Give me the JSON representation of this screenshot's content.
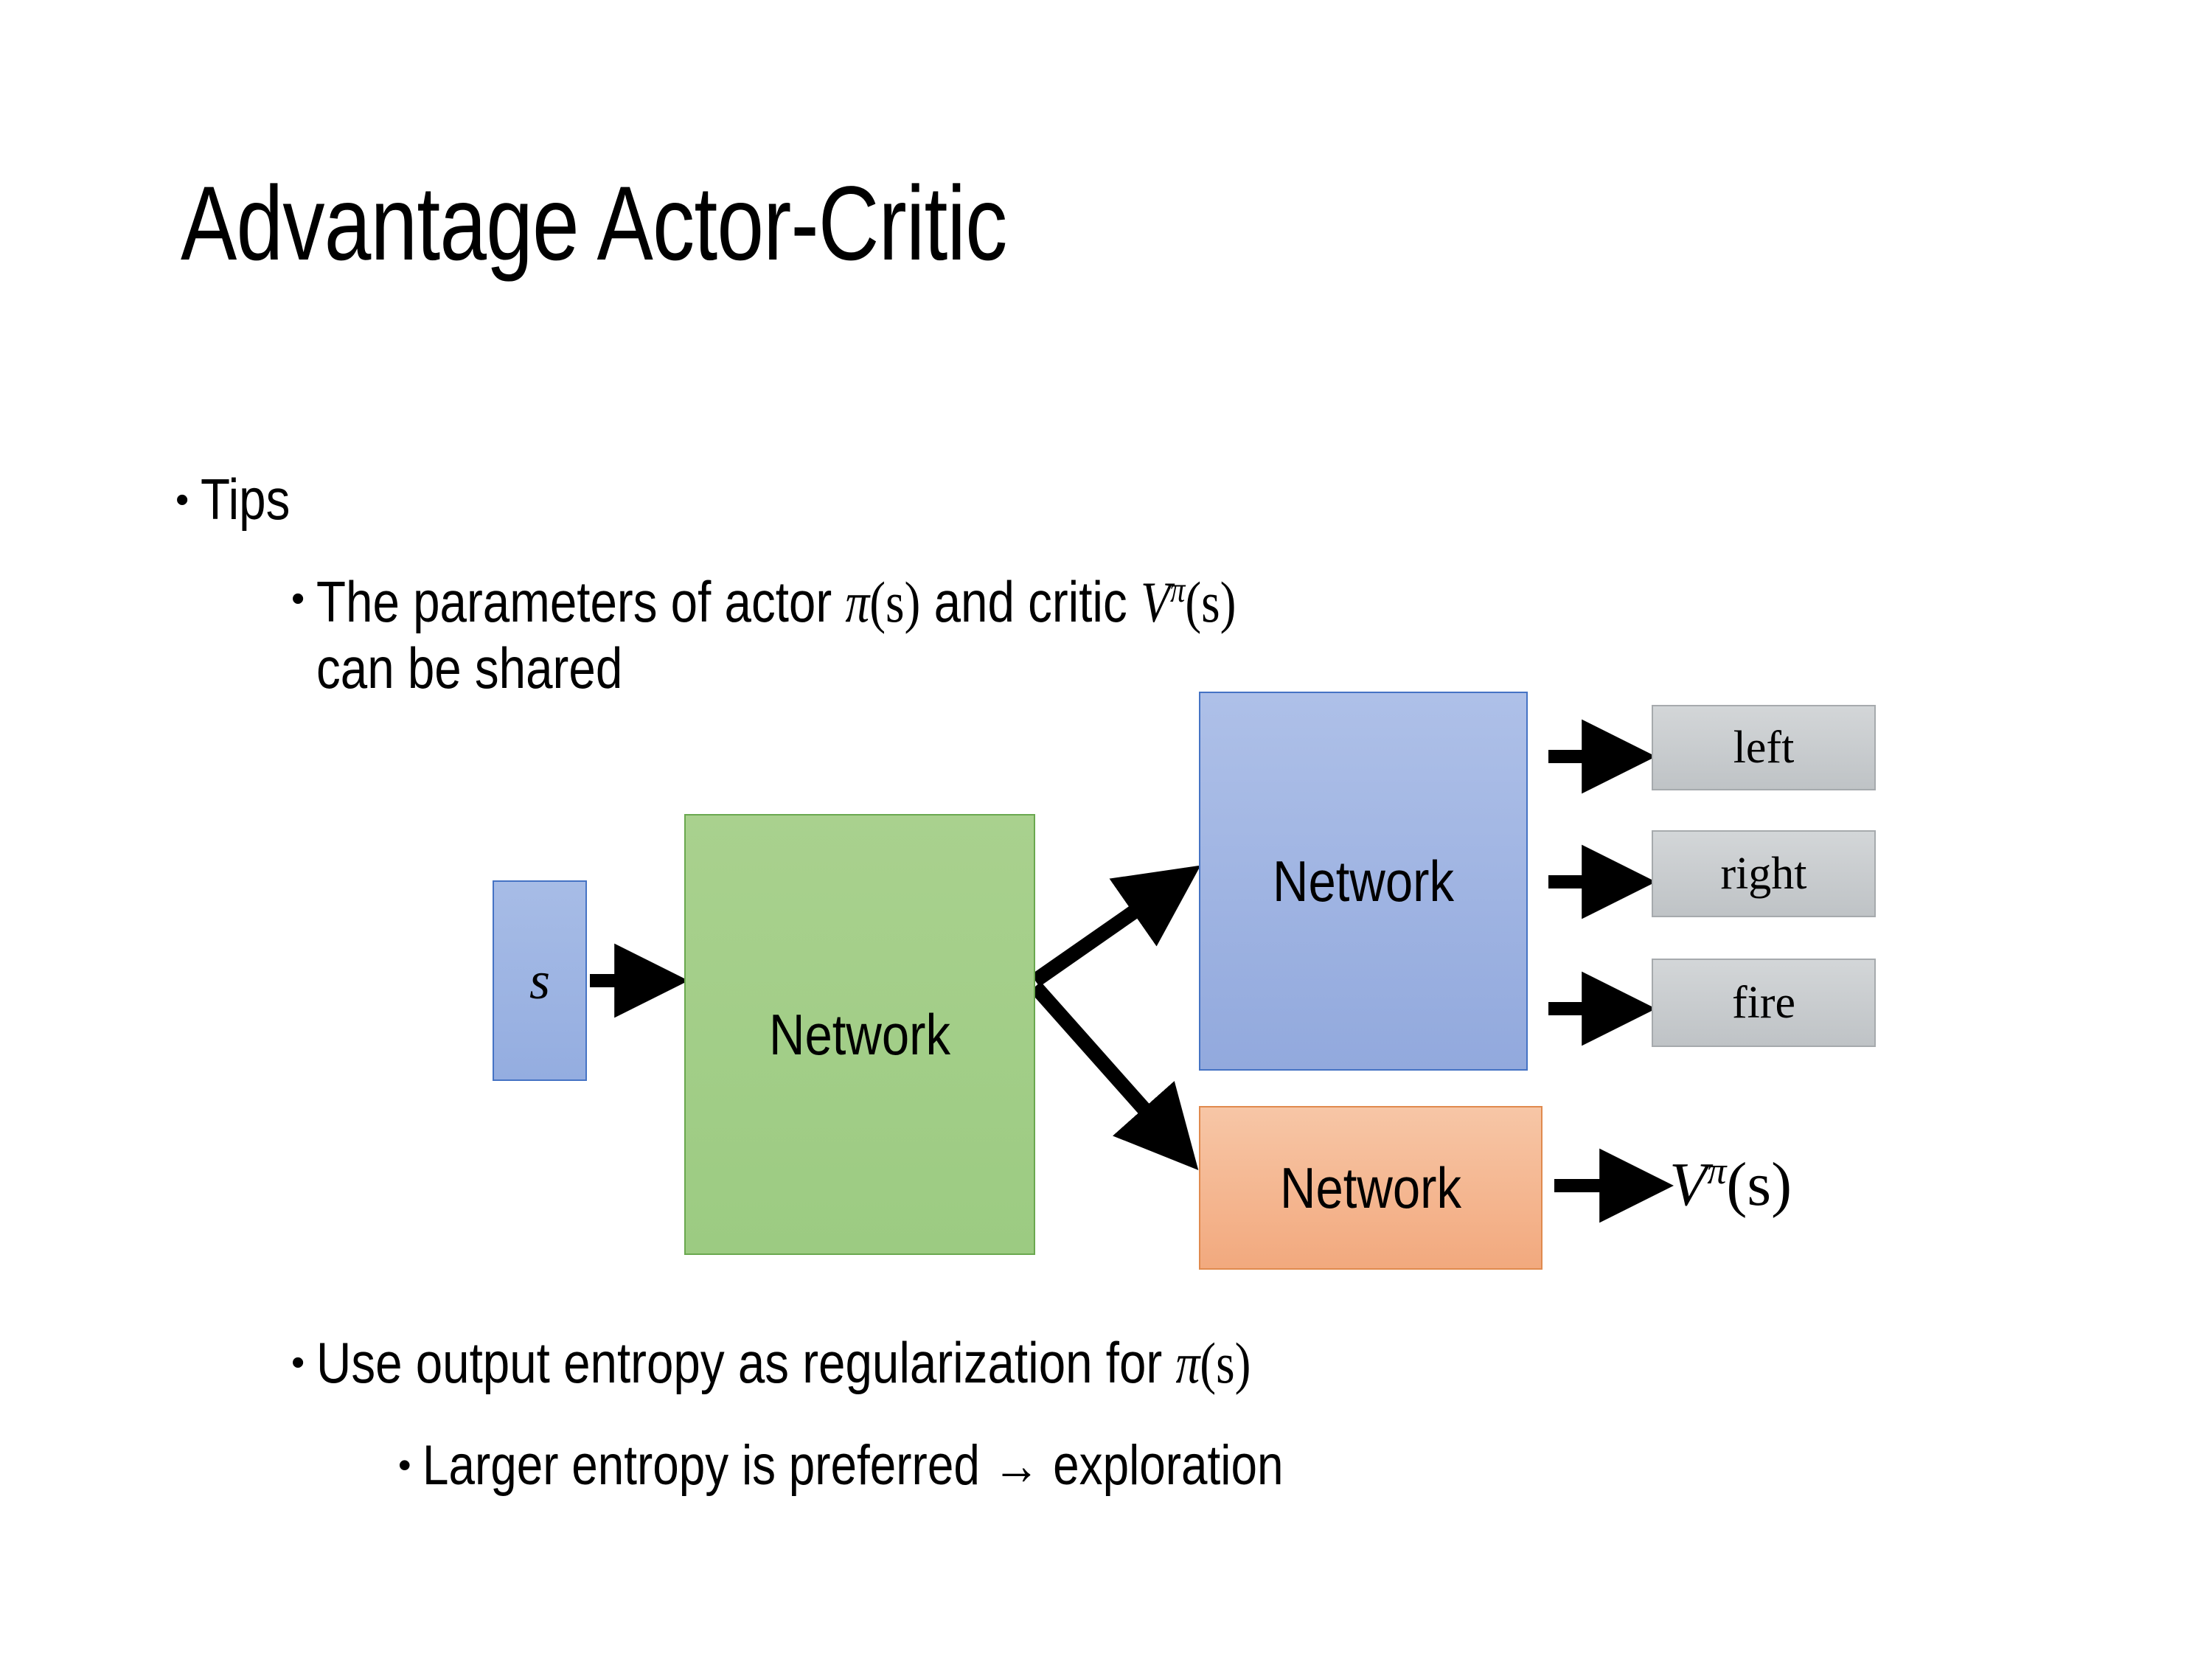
{
  "slide": {
    "title": "Advantage Actor-Critic",
    "background_color": "#ffffff",
    "text_color": "#000000"
  },
  "bullets": {
    "tips": {
      "marker": "•",
      "text": "Tips"
    },
    "shared_params": {
      "marker": "•",
      "line1_prefix": "The parameters of actor ",
      "math1_base": "π",
      "math1_arg": "(s)",
      "line1_mid": "  and critic ",
      "math2_base": "V",
      "math2_sup": "π",
      "math2_arg": "(s)",
      "line2": "can be shared",
      "plain_text": "The parameters of actor π(s)  and critic Vπ(s) can be shared"
    },
    "entropy": {
      "marker": "•",
      "text_prefix": "Use output entropy as regularization for ",
      "math_base": "π",
      "math_arg": "(s)",
      "plain_text": "Use output entropy as regularization for π(s)"
    },
    "larger_entropy": {
      "marker": "•",
      "text": "Larger entropy is preferred → exploration"
    }
  },
  "diagram": {
    "state_box": {
      "label": "s",
      "fill": "#9cb3e2",
      "border": "#4573c4"
    },
    "shared_network": {
      "label": "Network",
      "fill": "#a9d18e",
      "border": "#6aa84f"
    },
    "actor_network": {
      "label": "Network",
      "fill": "#9fb5e4",
      "border": "#4573c4"
    },
    "critic_network": {
      "label": "Network",
      "fill": "#f4b183",
      "border": "#e08a4e"
    },
    "actions": [
      {
        "label": "left"
      },
      {
        "label": "right"
      },
      {
        "label": "fire"
      }
    ],
    "critic_output": {
      "base": "V",
      "sup": "π",
      "arg": "(s)",
      "plain_text": "Vπ(s)"
    },
    "arrow_color": "#000000"
  }
}
